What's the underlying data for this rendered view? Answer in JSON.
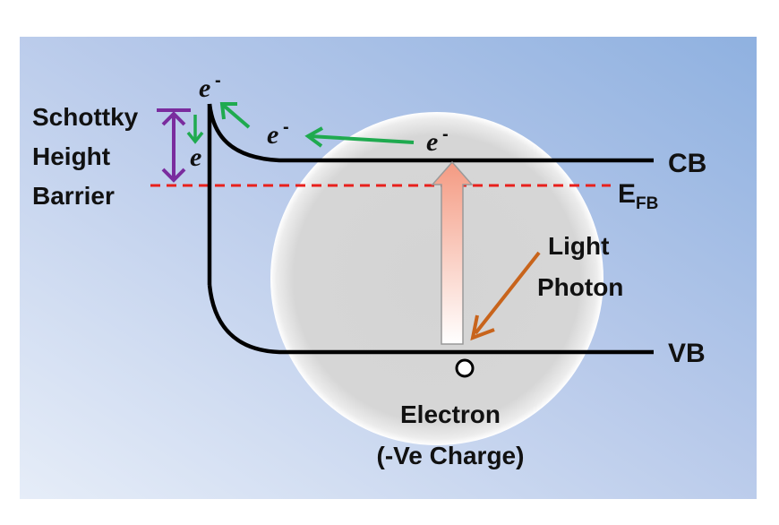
{
  "barrier": {
    "line1": "Schottky",
    "line2": "Height",
    "line3": "Barrier"
  },
  "bands": {
    "cb": "CB",
    "vb": "VB",
    "fermi_main": "E",
    "fermi_sub": "FB"
  },
  "electrons": {
    "symbol": "e",
    "charge": "-"
  },
  "photon": {
    "line1": "Light",
    "line2": "Photon"
  },
  "hole": {
    "line1": "Electron",
    "line2": "(-Ve Charge)"
  },
  "colors": {
    "background_top_right": "#8fb1e0",
    "background_bottom_left": "#e6edf8",
    "particle": "#d6d6d6",
    "band": "#000000",
    "fermi_level": "#e8201c",
    "barrier_arrow": "#7a2c9e",
    "electron_arrow": "#1faa4f",
    "excitation_arrow": "#f6a48e",
    "photon_arrow": "#c8641c"
  }
}
